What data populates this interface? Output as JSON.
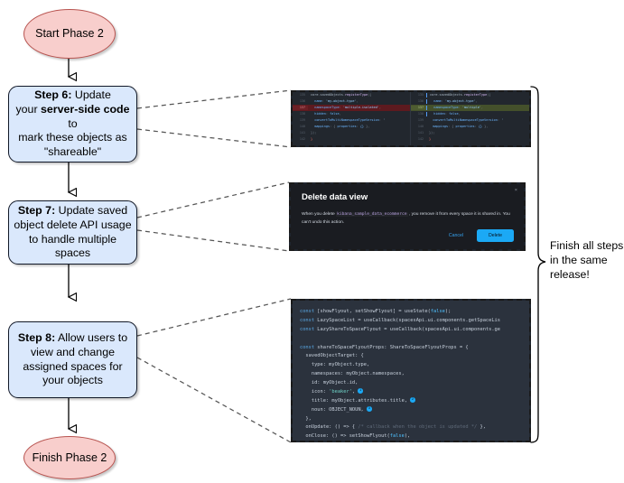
{
  "diagram": {
    "title": "Phase 2 rollout flowchart",
    "colors": {
      "terminator_fill": "#f8cecc",
      "terminator_stroke": "#b85450",
      "process_fill": "#dae8fc",
      "process_stroke": "#111827",
      "connector": "#000000",
      "dashed_callout": "#4d4d4d",
      "accent_blue": "#1ba9f5"
    },
    "start_node": {
      "label": "Start Phase 2"
    },
    "end_node": {
      "label": "Finish Phase 2"
    },
    "steps": [
      {
        "id": "step-6",
        "bold_label": "Step 6:",
        "text_line1": " Update",
        "text_line2_pre": "your ",
        "text_line2_bold": "server-side code",
        "text_line2_post": " to",
        "text_line3": "mark these objects as",
        "text_line4": "\"shareable\""
      },
      {
        "id": "step-7",
        "bold_label": "Step 7:",
        "text_line1": " Update saved",
        "text_line2": "object delete API usage",
        "text_line3": "to handle multiple spaces"
      },
      {
        "id": "step-8",
        "bold_label": "Step 8:",
        "text_line1": " Allow users to",
        "text_line2": "view and change",
        "text_line3": "assigned spaces for",
        "text_line4": "your objects"
      }
    ],
    "brace_note": {
      "line1": "Finish all steps",
      "line2": "in the same",
      "line3": "release!"
    }
  },
  "diff_screenshot": {
    "name": "server-side-registerType-diff",
    "left": {
      "lines": [
        {
          "num": "135",
          "marker": "",
          "state": "ctx",
          "text": "core.savedObjects.registerType({"
        },
        {
          "num": "136",
          "marker": "",
          "state": "ctx",
          "text": "  name: 'my-object-type',"
        },
        {
          "num": "137",
          "marker": "-",
          "state": "del",
          "text": "  namespaceType: 'multiple-isolated',"
        },
        {
          "num": "138",
          "marker": "",
          "state": "ctx",
          "text": "  hidden: false,"
        },
        {
          "num": "139",
          "marker": "",
          "state": "ctx",
          "text": "  convertToMultiNamespaceTypeVersion: '"
        },
        {
          "num": "140",
          "marker": "",
          "state": "ctx",
          "text": "  mappings: { properties: {} },"
        },
        {
          "num": "141",
          "marker": "",
          "state": "ctx",
          "text": "});"
        },
        {
          "num": "142",
          "marker": "",
          "state": "ctx",
          "text": "}"
        }
      ]
    },
    "right": {
      "lines": [
        {
          "num": "135",
          "marker": "",
          "state": "ctx",
          "text": "core.savedObjects.registerType({"
        },
        {
          "num": "136",
          "marker": "",
          "state": "ctx",
          "text": "  name: 'my-object-type',"
        },
        {
          "num": "137",
          "marker": "+",
          "state": "add",
          "text": "  namespaceType: 'multiple',"
        },
        {
          "num": "138",
          "marker": "",
          "state": "ctx",
          "text": "  hidden: false,"
        },
        {
          "num": "139",
          "marker": "",
          "state": "ctx",
          "text": "  convertToMultiNamespaceTypeVersion: '"
        },
        {
          "num": "140",
          "marker": "",
          "state": "ctx",
          "text": "  mappings: { properties: {} },"
        },
        {
          "num": "141",
          "marker": "",
          "state": "ctx",
          "text": "});"
        },
        {
          "num": "142",
          "marker": "",
          "state": "ctx",
          "text": "}"
        }
      ]
    }
  },
  "modal_screenshot": {
    "name": "delete-data-view-modal",
    "title": "Delete data view",
    "body_pre": "When you delete ",
    "body_code": "kibana_sample_data_ecommerce",
    "body_post": " , you remove it from every space it is shared in. You can't undo this action.",
    "cancel_label": "Cancel",
    "delete_label": "Delete",
    "close_glyph": "×"
  },
  "react_screenshot": {
    "name": "share-to-space-flyout-code",
    "lines": [
      "const [showFlyout, setShowFlyout] = useState(false);",
      "const LazySpaceList = useCallback(spacesApi.ui.components.getSpaceLis",
      "const LazyShareToSpaceFlyout = useCallback(spacesApi.ui.components.ge",
      "",
      "const shareToSpaceFlyoutProps: ShareToSpaceFlyoutProps = {",
      "  savedObjectTarget: {",
      "    type: myObject.type,",
      "    namespaces: myObject.namespaces,",
      "    id: myObject.id,",
      "    icon: 'beaker',",
      "    title: myObject.attributes.title,",
      "    noun: OBJECT_NOUN,",
      "  },",
      "  onUpdate: () => { /* callback when the object is updated */ },",
      "  onClose: () => setShowFlyout(false),",
      "};"
    ],
    "badges": [
      "1",
      "2",
      "3"
    ]
  }
}
